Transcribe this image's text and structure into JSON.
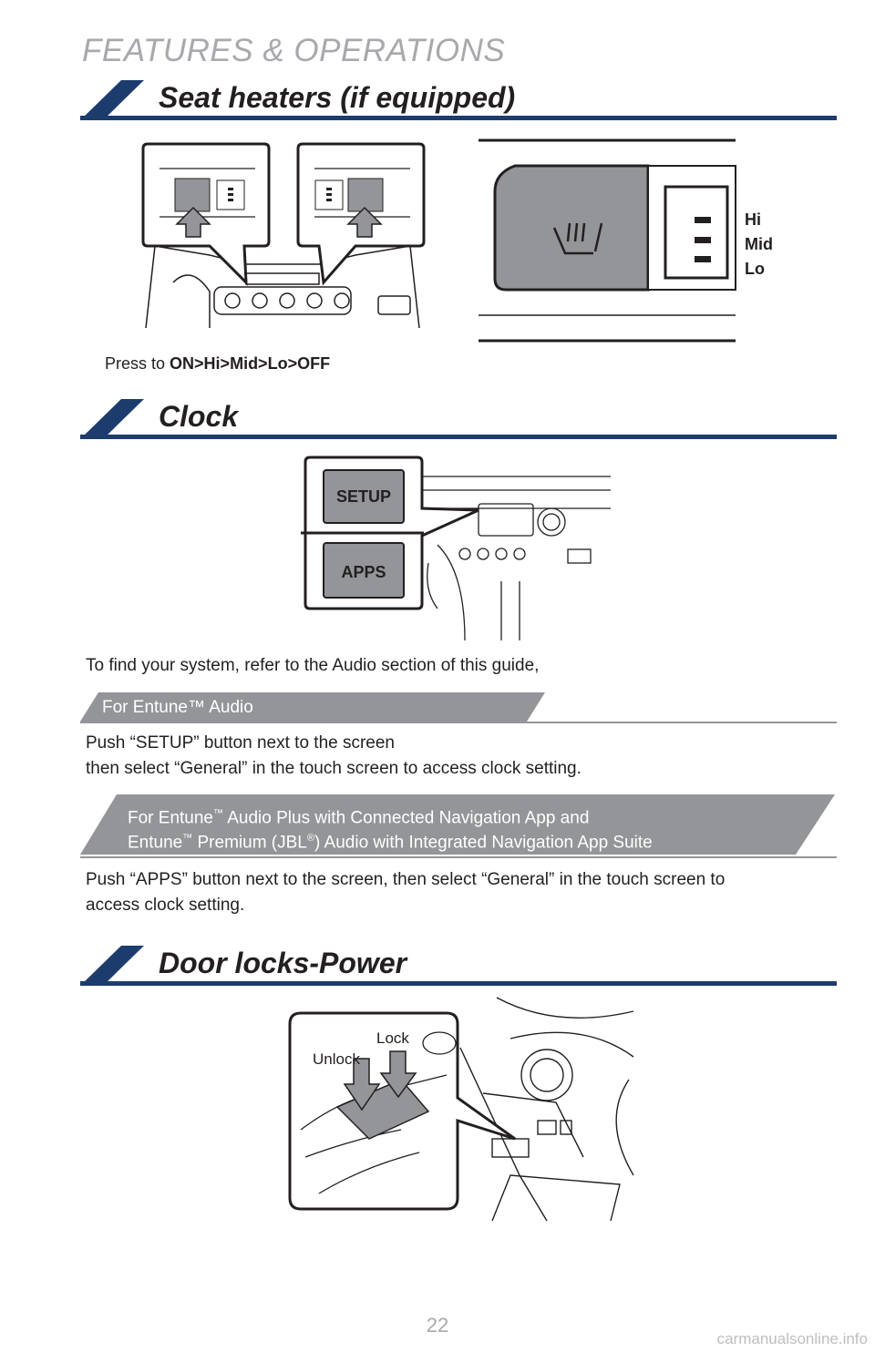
{
  "header": {
    "title": "FEATURES & OPERATIONS"
  },
  "sections": {
    "seat_heaters": {
      "title": "Seat heaters (if equipped)",
      "caption_prefix": "Press to",
      "caption_sequence": "ON>Hi>Mid>Lo>OFF",
      "levels": [
        "Hi",
        "Mid",
        "Lo"
      ]
    },
    "clock": {
      "title": "Clock",
      "buttons": [
        "SETUP",
        "APPS"
      ],
      "intro": "To find your system, refer to the Audio section of this guide,",
      "banner1": "For Entune™ Audio",
      "text1_line1": "Push “SETUP” button next to the screen",
      "text1_line2": "then select “General” in the touch screen to access clock setting.",
      "banner2_line1_a": "For Entune",
      "banner2_line1_sup": "™",
      "banner2_line1_b": " Audio Plus with Connected Navigation App and",
      "banner2_line2_a": "Entune",
      "banner2_line2_sup": "™",
      "banner2_line2_b": " Premium (JBL",
      "banner2_line2_reg": "®",
      "banner2_line2_c": ") Audio with Integrated Navigation App Suite",
      "text2_line1": "Push “APPS” button next to the screen, then select “General” in the touch screen to",
      "text2_line2": "access clock setting."
    },
    "door_locks": {
      "title": "Door locks-Power",
      "label_lock": "Lock",
      "label_unlock": "Unlock"
    }
  },
  "footer": {
    "page_number": "22",
    "watermark": "carmanualsonline.info"
  }
}
